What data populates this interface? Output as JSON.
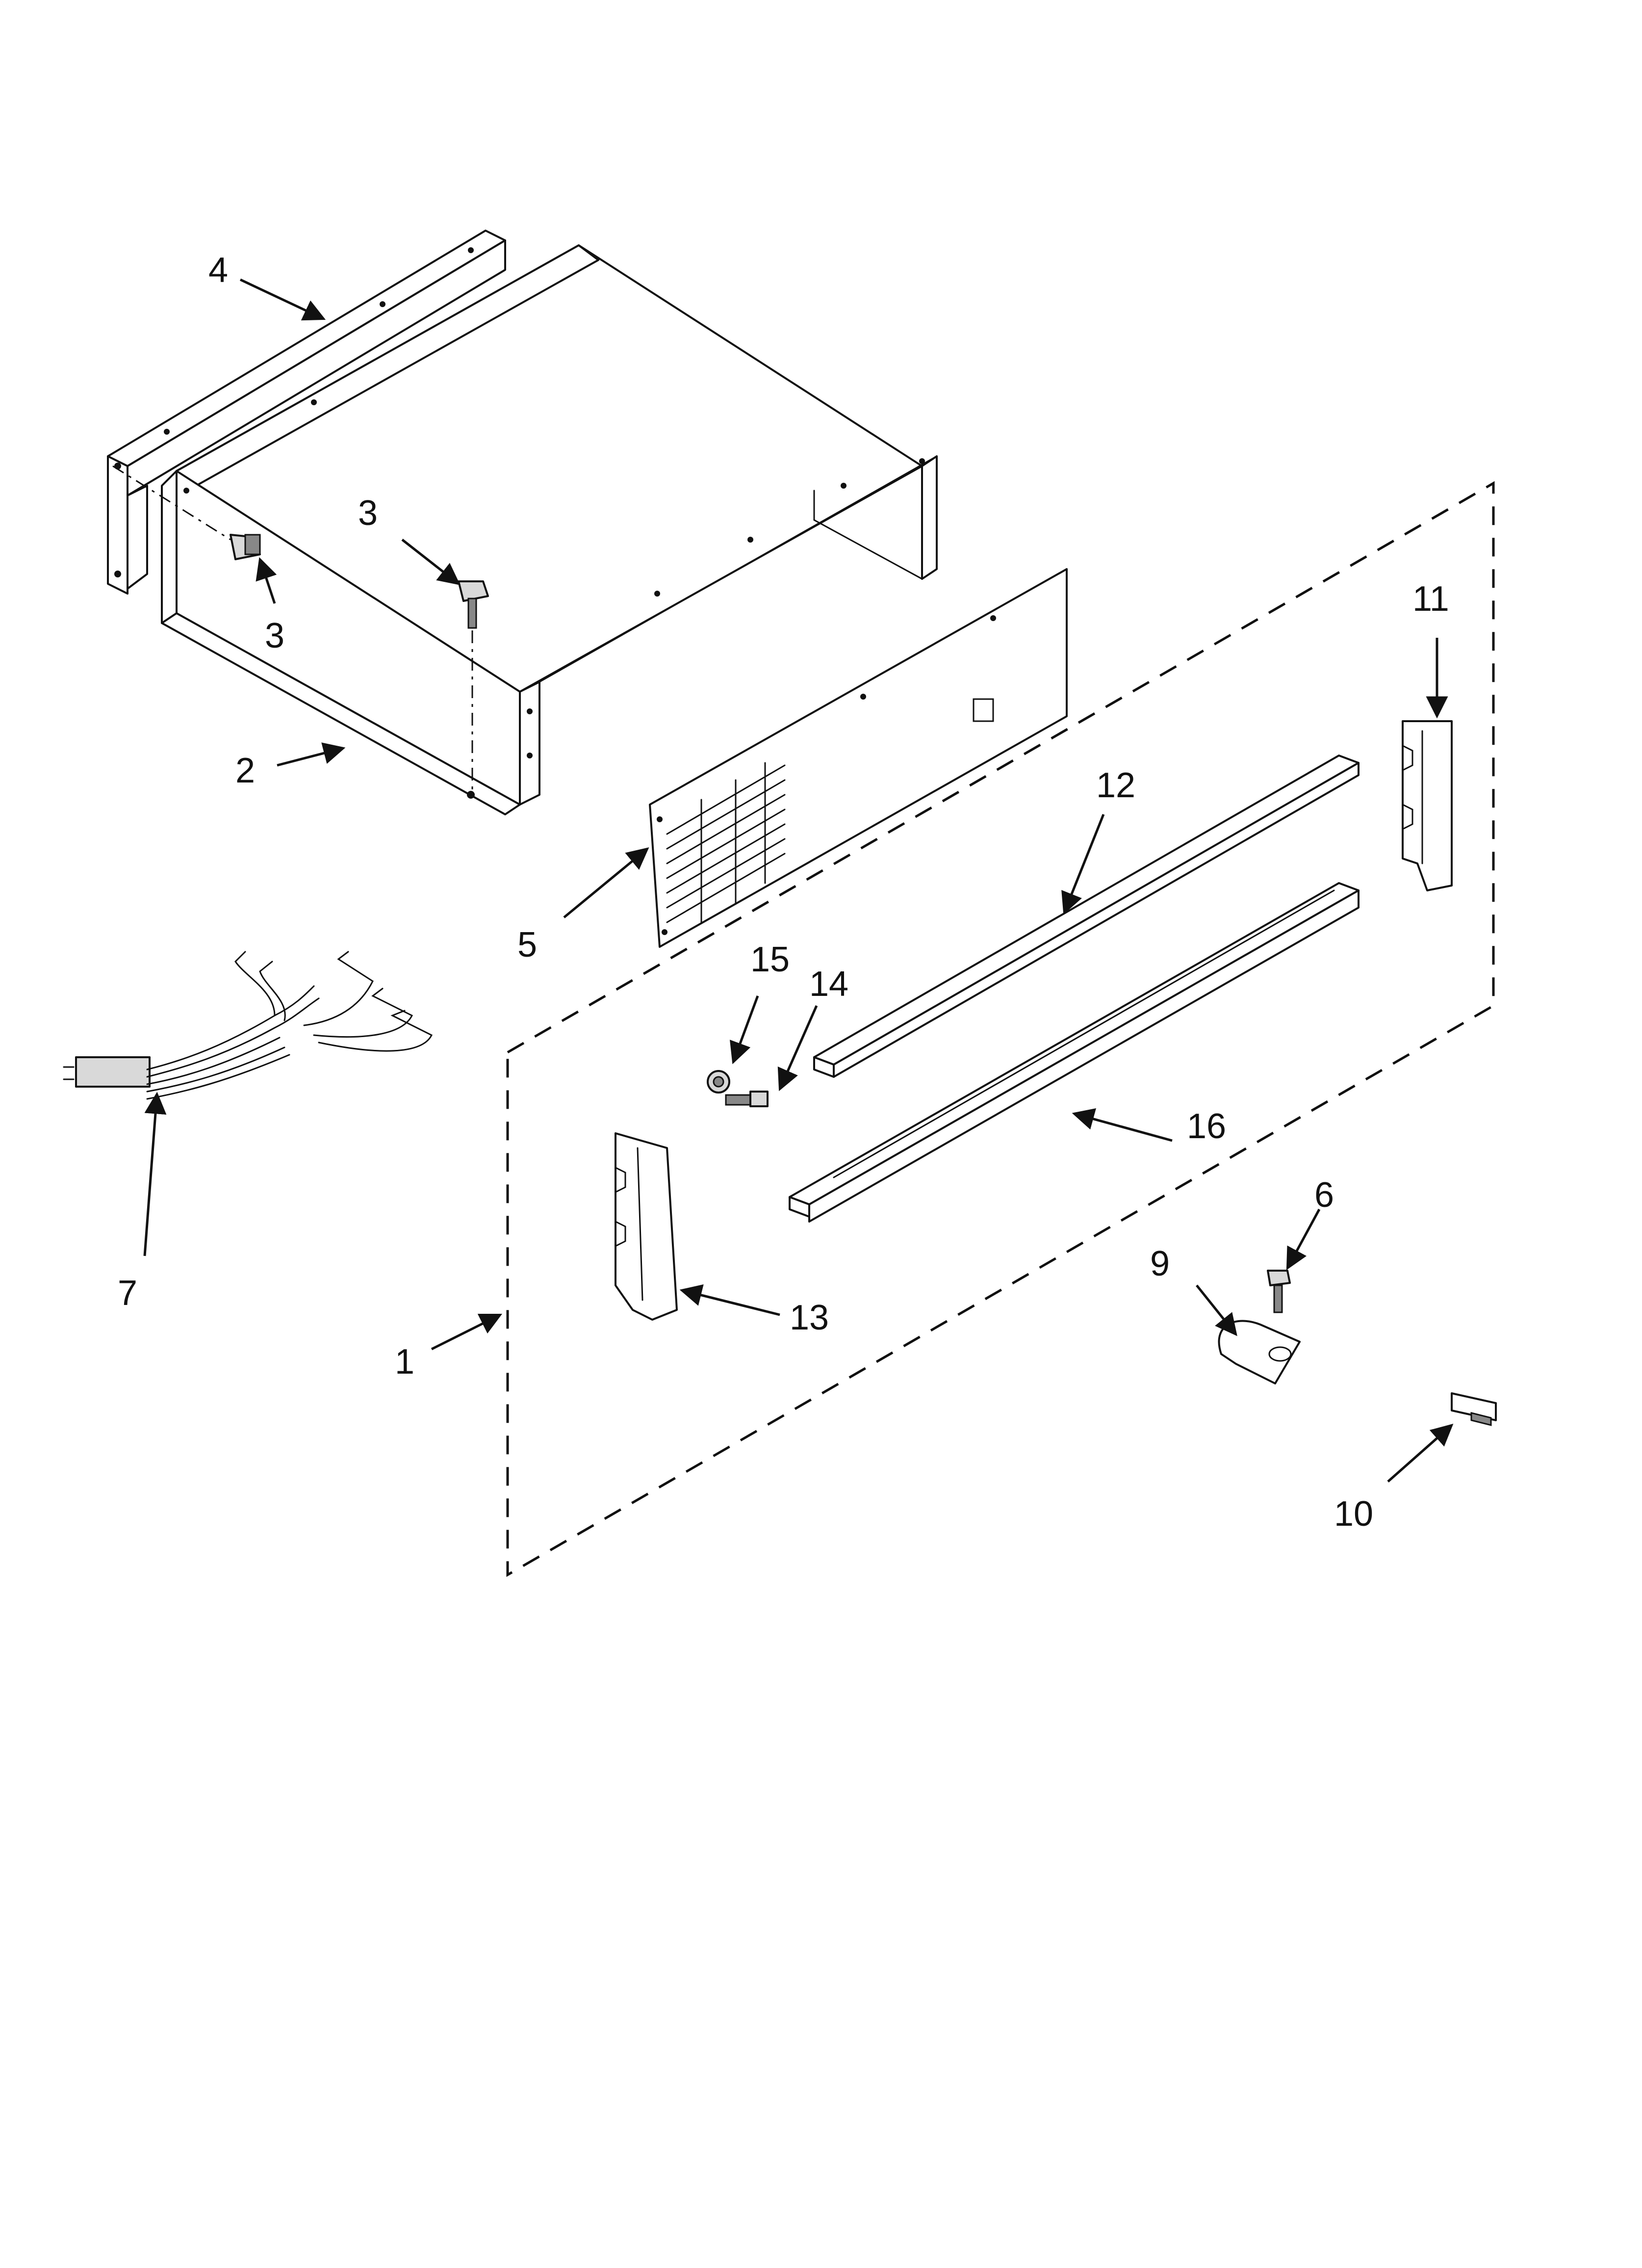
{
  "diagram": {
    "callouts": {
      "c1": "1",
      "c2": "2",
      "c3a": "3",
      "c3b": "3",
      "c4": "4",
      "c5": "5",
      "c6": "6",
      "c7": "7",
      "c9": "9",
      "c10": "10",
      "c11": "11",
      "c12": "12",
      "c13": "13",
      "c14": "14",
      "c15": "15",
      "c16": "16"
    }
  }
}
